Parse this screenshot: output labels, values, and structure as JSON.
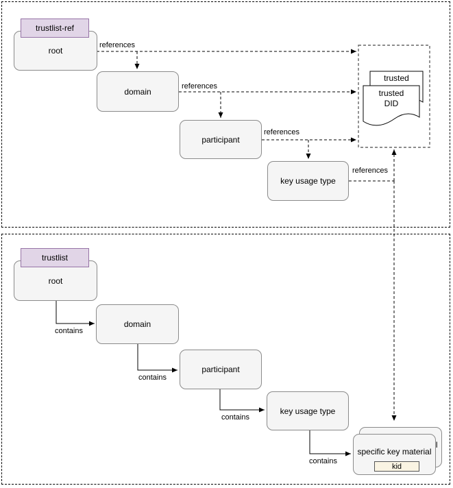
{
  "top": {
    "tag": "trustlist-ref",
    "edge_label": "references",
    "nodes": {
      "root": "root",
      "domain": "domain",
      "participant": "participant",
      "key_usage_type": "key usage type"
    },
    "documents": {
      "back": "trusted",
      "front": "trusted DID"
    }
  },
  "bottom": {
    "tag": "trustlist",
    "edge_label": "contains",
    "nodes": {
      "root": "root",
      "domain": "domain",
      "participant": "participant",
      "key_usage_type": "key usage type",
      "specific_key_material": "specific key material",
      "kid": "kid"
    }
  },
  "colors": {
    "tag_fill": "#e1d5e7",
    "tag_border": "#9673a6",
    "node_fill": "#f5f5f5",
    "node_border": "#8a8a8a",
    "kid_fill": "#faf4e3",
    "edge": "#000000",
    "document_container_border": "#666666"
  }
}
